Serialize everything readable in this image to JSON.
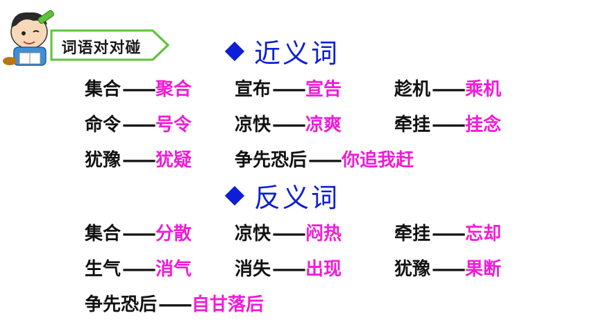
{
  "header": {
    "tag_label": "词语对对碰",
    "accent_green": "#5ec23a",
    "section_color": "#0d1fd6",
    "answer_color": "#f21ad8"
  },
  "synonyms": {
    "title": "近义词",
    "pairs": [
      {
        "word": "集合",
        "dash": "——",
        "answer": "聚合"
      },
      {
        "word": "宣布",
        "dash": "——",
        "answer": "宣告"
      },
      {
        "word": "趁机",
        "dash": "——",
        "answer": "乘机"
      },
      {
        "word": "命令",
        "dash": "——",
        "answer": "号令"
      },
      {
        "word": "凉快",
        "dash": "——",
        "answer": "凉爽"
      },
      {
        "word": "牵挂",
        "dash": "——",
        "answer": "挂念"
      },
      {
        "word": "犹豫",
        "dash": "——",
        "answer": "犹疑"
      },
      {
        "word": "争先恐后",
        "dash": "——",
        "answer": "你追我赶"
      }
    ]
  },
  "antonyms": {
    "title": "反义词",
    "pairs": [
      {
        "word": "集合",
        "dash": "——",
        "answer": "分散"
      },
      {
        "word": "凉快",
        "dash": "——",
        "answer": "闷热"
      },
      {
        "word": "牵挂",
        "dash": "——",
        "answer": "忘却"
      },
      {
        "word": "生气",
        "dash": "——",
        "answer": "消气"
      },
      {
        "word": "消失",
        "dash": "——",
        "answer": "出现"
      },
      {
        "word": "犹豫",
        "dash": "——",
        "answer": "果断"
      },
      {
        "word": "争先恐后",
        "dash": "——",
        "answer": "自甘落后"
      }
    ]
  }
}
